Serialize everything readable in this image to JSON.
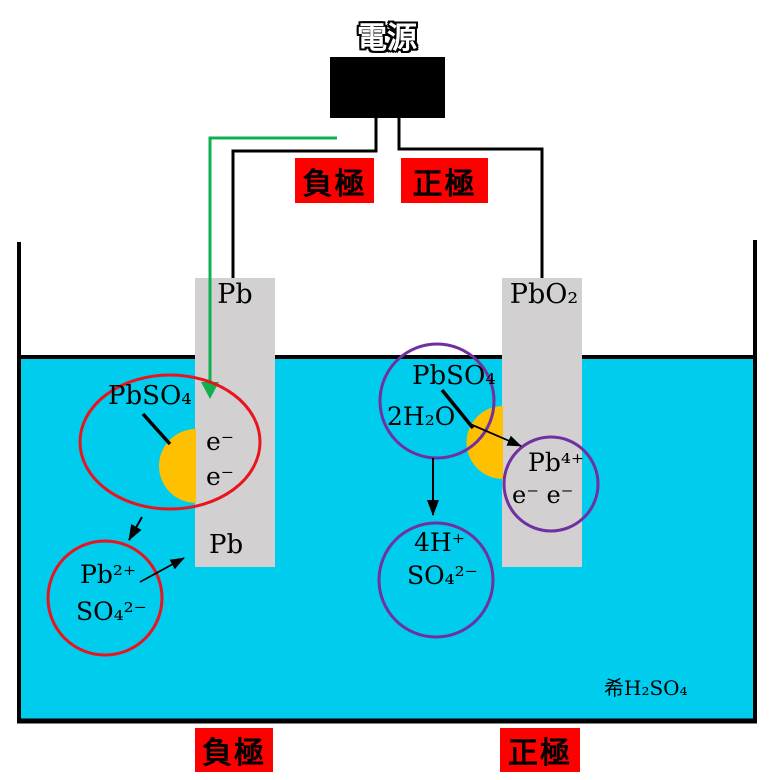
{
  "title": "電源",
  "poles": {
    "negative": "負極",
    "positive": "正極"
  },
  "electrodes": {
    "left_material": "Pb",
    "left_surface": "Pb",
    "right_material": "PbO₂"
  },
  "chemistry": {
    "left_deposit": "PbSO₄",
    "left_electron1": "e⁻",
    "left_electron2": "e⁻",
    "left_ion_pb": "Pb²⁺",
    "left_ion_so4": "SO₄²⁻",
    "right_deposit": "PbSO₄",
    "right_water": "2H₂O",
    "right_ion_pb": "Pb⁴⁺",
    "right_electrons": "e⁻ e⁻",
    "right_ion_h": "4H⁺",
    "right_ion_so4": "SO₄²⁻",
    "electrolyte_label": "希H₂SO₄"
  },
  "colors": {
    "electrolyte": "#00cdee",
    "electrode": "#d2d0d0",
    "deposit": "#ffc000",
    "anode_circle": "#e8141e",
    "cathode_circle": "#7030a0",
    "wire_green": "#10b050",
    "pole_background": "#ff0000",
    "wire_black": "#000000",
    "power_box": "#000000"
  }
}
